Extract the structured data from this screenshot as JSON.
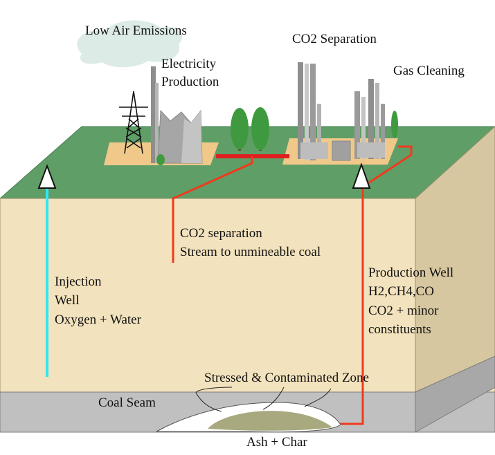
{
  "labels": {
    "low_air_emissions": "Low Air Emissions",
    "electricity_line1": "Electricity",
    "electricity_line2": "Production",
    "co2_separation": "CO2 Separation",
    "gas_cleaning": "Gas Cleaning",
    "co2_stream_line1": "CO2 separation",
    "co2_stream_line2": "Stream to unmineable coal",
    "injection_line1": "Injection",
    "injection_line2": "Well",
    "injection_line3": "Oxygen + Water",
    "production_line1": "Production Well",
    "production_line2": "H2,CH4,CO",
    "production_line3": "CO2 + minor",
    "production_line4": "constituents",
    "stressed_zone": "Stressed & Contaminated Zone",
    "coal_seam": "Coal Seam",
    "ash_char": "Ash + Char"
  },
  "colors": {
    "ground_surface": "#5f9e67",
    "soil_front": "#f2e2bd",
    "soil_side": "#d7c7a1",
    "coal_seam_front": "#c0c0c0",
    "coal_seam_side": "#a8a8a8",
    "injection_pipe": "#33e6f2",
    "production_pipe": "#f03a1c",
    "pad": "#f0c98a",
    "tree": "#3f9a3f",
    "cloud": "#dcebe6",
    "cavity": "#a9a980"
  },
  "icons": [
    "transmission-tower-icon",
    "tree-icon",
    "arrow-up-icon"
  ]
}
